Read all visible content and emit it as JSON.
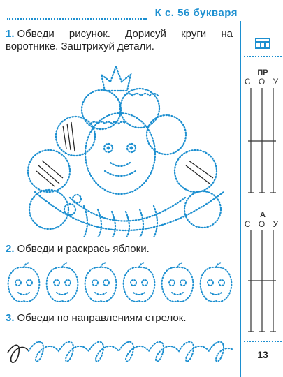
{
  "header": {
    "title": "К с. 56 букваря"
  },
  "tasks": [
    {
      "number": "1.",
      "text": "Обведи рисунок. Дорисуй круги на воротнике. Заштрихуй детали."
    },
    {
      "number": "2.",
      "text": "Обведи и раскрась яблоки."
    },
    {
      "number": "3.",
      "text": "Обведи по направлениям стрелок."
    }
  ],
  "sidebar": {
    "blocks": [
      {
        "title": "ПР",
        "letters": "С О У"
      },
      {
        "title": "А",
        "letters": "С О У"
      }
    ],
    "page_number": "13",
    "icon": "grid-icon"
  },
  "colors": {
    "accent": "#1c8fd0",
    "text": "#222222"
  }
}
